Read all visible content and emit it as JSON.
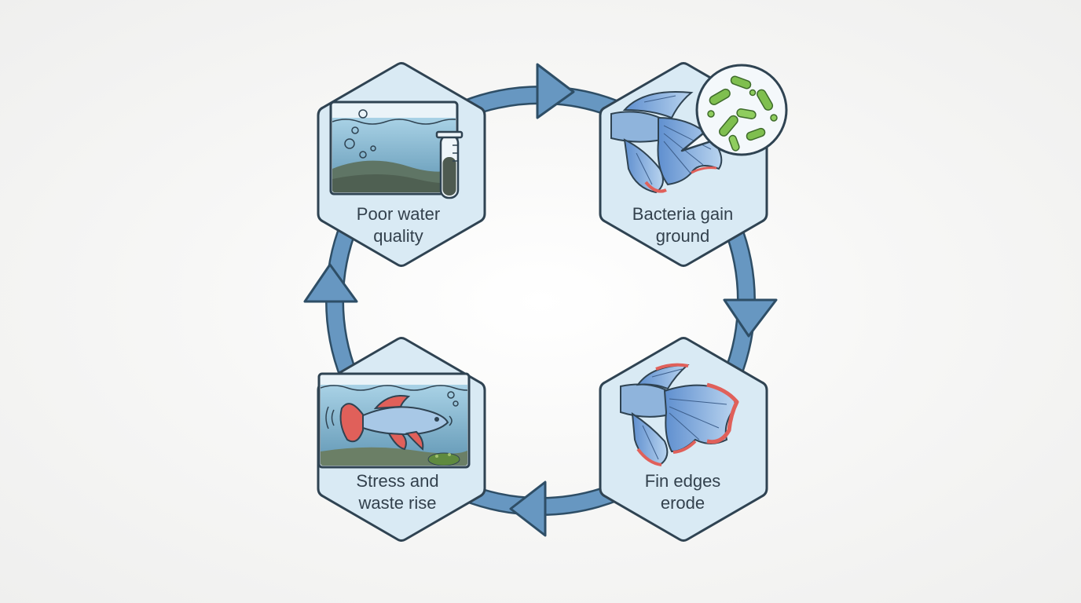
{
  "diagram": {
    "type": "cycle",
    "colors": {
      "hex_fill": "#d9eaf4",
      "hex_stroke": "#2f4352",
      "ring": "#5a8db8",
      "ring_outline": "#2e4e66",
      "text": "#33414d",
      "fin_red": "#e0605a",
      "water": "#6fa6c3",
      "bacteria": "#7fbf4f"
    },
    "steps": [
      {
        "id": "poor-water",
        "line1": "Poor water",
        "line2": "quality",
        "icon": "aquarium-test-tube-icon"
      },
      {
        "id": "bacteria",
        "line1": "Bacteria gain",
        "line2": "ground",
        "icon": "bacteria-fin-icon"
      },
      {
        "id": "fin-edges",
        "line1": "Fin edges",
        "line2": "erode",
        "icon": "eroded-fin-icon"
      },
      {
        "id": "stress",
        "line1": "Stress and",
        "line2": "waste rise",
        "icon": "stressed-fish-icon"
      }
    ],
    "arrows": [
      "arrow-right-icon",
      "arrow-down-icon",
      "arrow-left-icon",
      "arrow-up-icon"
    ]
  }
}
